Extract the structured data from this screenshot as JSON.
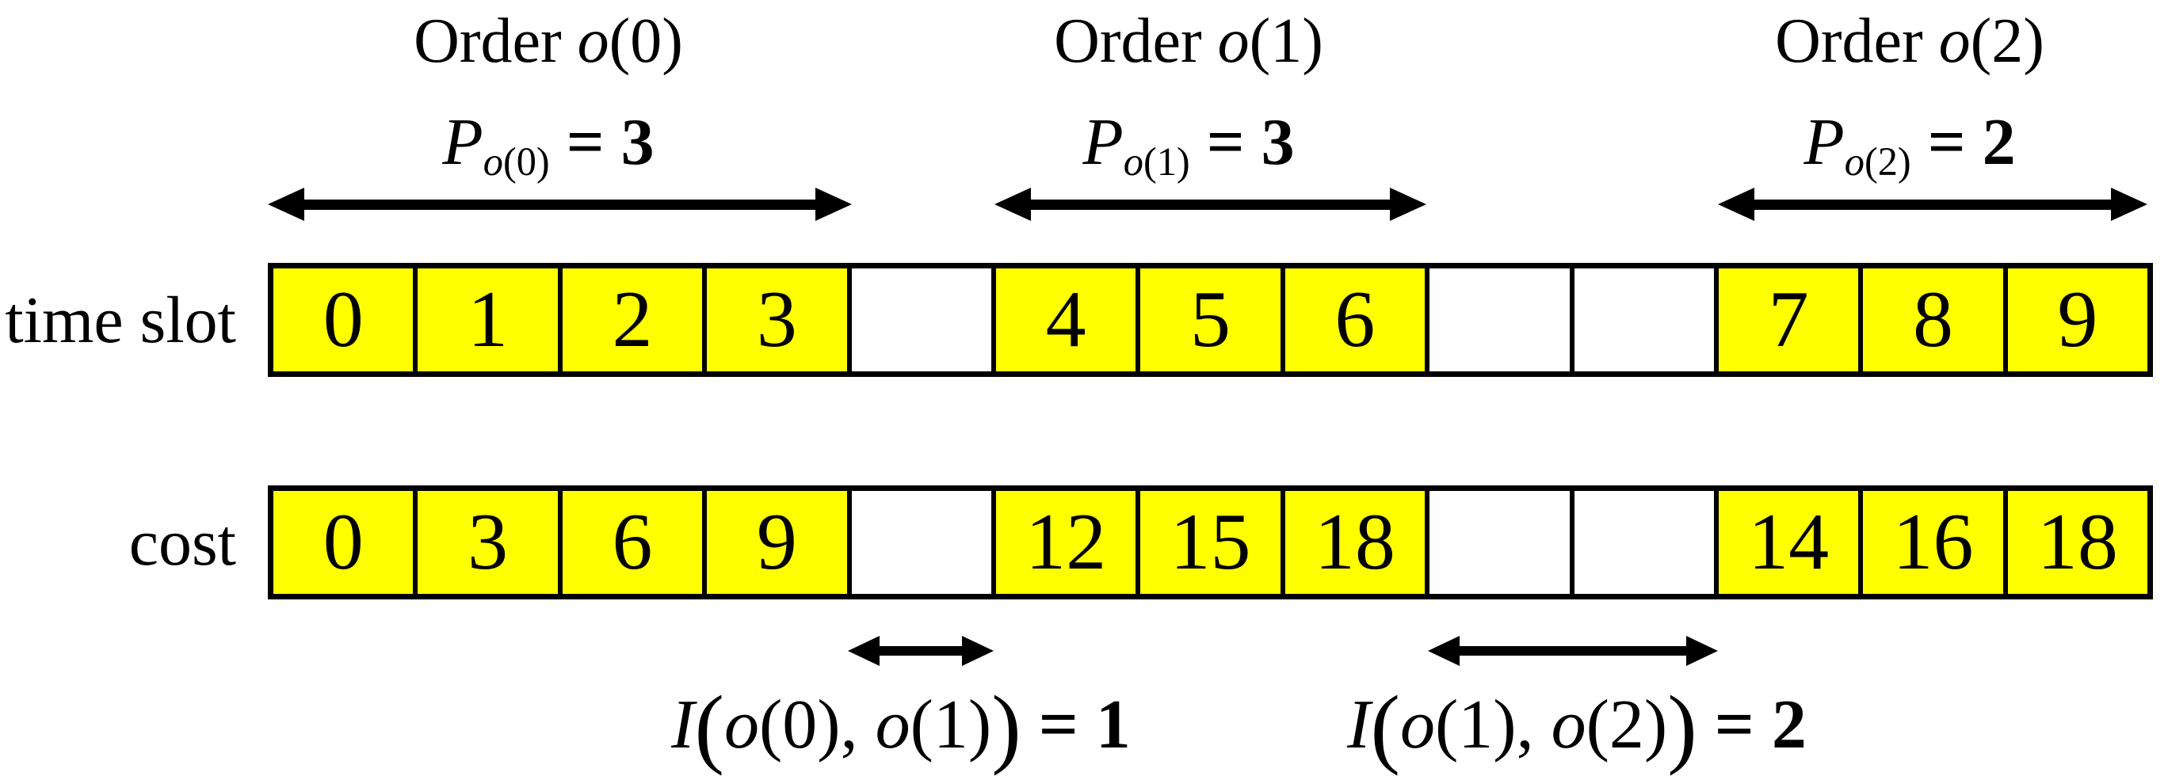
{
  "colors": {
    "cell_fill": "#FFFF00",
    "line": "#000000",
    "background": "#FFFFFF"
  },
  "orders": [
    {
      "title_prefix": "Order ",
      "title_var": "o",
      "title_idx": "(0)",
      "p_base": "P",
      "p_sub_var": "o",
      "p_sub_idx": "(0)",
      "p_eq": " = 3"
    },
    {
      "title_prefix": "Order ",
      "title_var": "o",
      "title_idx": "(1)",
      "p_base": "P",
      "p_sub_var": "o",
      "p_sub_idx": "(1)",
      "p_eq": " = 3"
    },
    {
      "title_prefix": "Order ",
      "title_var": "o",
      "title_idx": "(2)",
      "p_base": "P",
      "p_sub_var": "o",
      "p_sub_idx": "(2)",
      "p_eq": " = 2"
    }
  ],
  "rows": [
    {
      "label": "time slot",
      "cells": [
        "0",
        "1",
        "2",
        "3",
        "",
        "4",
        "5",
        "6",
        "",
        "",
        "7",
        "8",
        "9"
      ],
      "filled": [
        true,
        true,
        true,
        true,
        false,
        true,
        true,
        true,
        false,
        false,
        true,
        true,
        true
      ]
    },
    {
      "label": "cost",
      "cells": [
        "0",
        "3",
        "6",
        "9",
        "",
        "12",
        "15",
        "18",
        "",
        "",
        "14",
        "16",
        "18"
      ],
      "filled": [
        true,
        true,
        true,
        true,
        false,
        true,
        true,
        true,
        false,
        false,
        true,
        true,
        true
      ]
    }
  ],
  "idle_labels": [
    {
      "func": "I",
      "open": "(",
      "arg1_var": "o",
      "arg1_idx": "(0)",
      "sep": ", ",
      "arg2_var": "o",
      "arg2_idx": "(1)",
      "close": ")",
      "eq": " = 1"
    },
    {
      "func": "I",
      "open": "(",
      "arg1_var": "o",
      "arg1_idx": "(1)",
      "sep": ", ",
      "arg2_var": "o",
      "arg2_idx": "(2)",
      "close": ")",
      "eq": " = 2"
    }
  ]
}
